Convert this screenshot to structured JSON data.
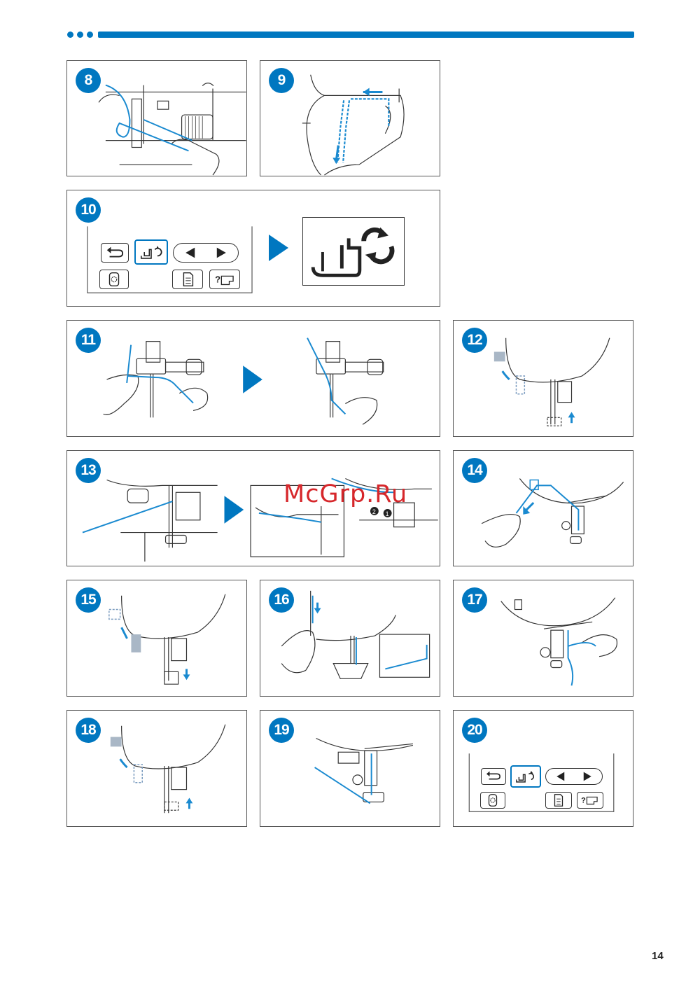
{
  "colors": {
    "accent": "#0077c0",
    "thread": "#1a8ad0",
    "line": "#333333"
  },
  "header": {
    "decoration": "three dots followed by a thick blue rule"
  },
  "steps": {
    "s8": "8",
    "s9": "9",
    "s10": "10",
    "s11": "11",
    "s12": "12",
    "s13": "13",
    "s14": "14",
    "s15": "15",
    "s16": "16",
    "s17": "17",
    "s18": "18",
    "s19": "19",
    "s20": "20"
  },
  "step13_callouts": {
    "c1": "❶",
    "c2": "❷"
  },
  "control_panel_icons": {
    "back": "back-arrow-icon",
    "threading": "presser-foot-threading-icon",
    "prev": "left-arrow-icon",
    "next": "right-arrow-icon",
    "embroidery": "embroidery-icon",
    "document": "document-icon",
    "help": "help-machine-icon"
  },
  "watermark": "McGrp.Ru",
  "page_number": "14"
}
